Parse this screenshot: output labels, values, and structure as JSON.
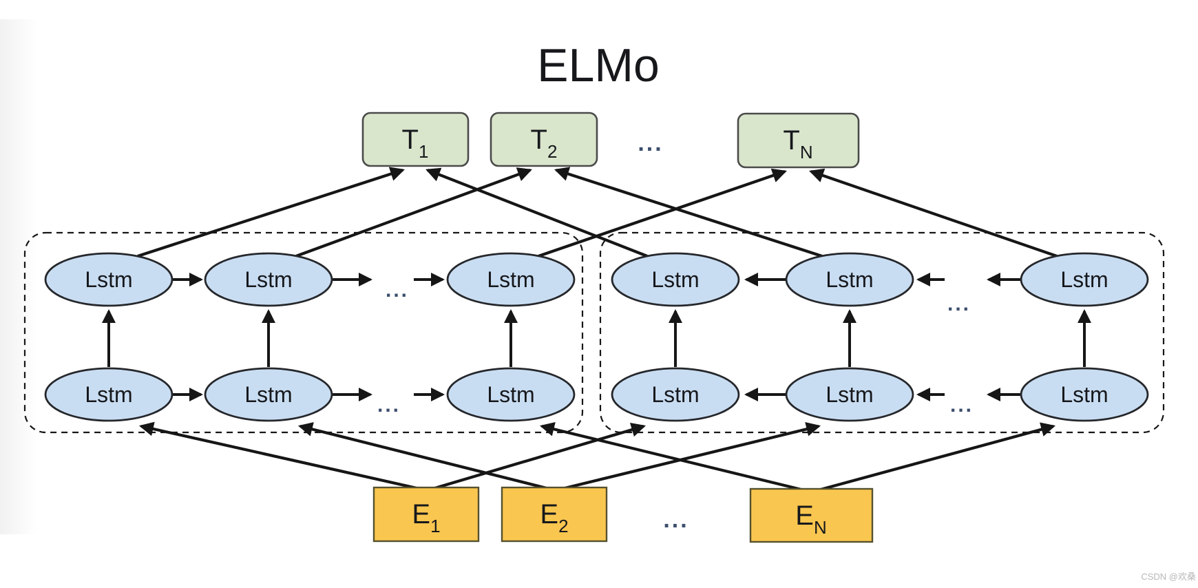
{
  "title": "ELMo",
  "watermark": "CSDN @欢桑",
  "node_label": "Lstm",
  "ellipsis": "...",
  "t_row": [
    {
      "base": "T",
      "sub": "1"
    },
    {
      "base": "T",
      "sub": "2"
    },
    {
      "base": "T",
      "sub": "N"
    }
  ],
  "e_row": [
    {
      "base": "E",
      "sub": "1"
    },
    {
      "base": "E",
      "sub": "2"
    },
    {
      "base": "E",
      "sub": "N"
    }
  ],
  "colors": {
    "background": "#ffffff",
    "t_fill": "#dae6cc",
    "t_border": "#4a4a4a",
    "lstm_fill": "#c9ddf2",
    "lstm_border": "#25272b",
    "e_fill": "#f9c64f",
    "e_border": "#56512f",
    "line": "#161616",
    "dots": "#3d4f6e",
    "text": "#16181c",
    "watermark": "#b7b7b7",
    "edge_strip": "#f1f1f1"
  }
}
